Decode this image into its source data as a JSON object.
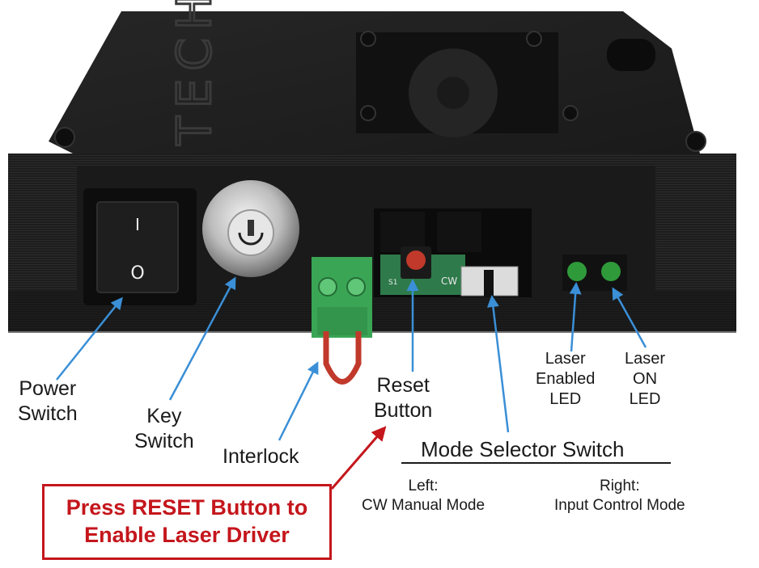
{
  "labels": {
    "power_switch": [
      "Power",
      "Switch"
    ],
    "key_switch": [
      "Key",
      "Switch"
    ],
    "interlock": "Interlock",
    "reset_button": [
      "Reset",
      "Button"
    ],
    "laser_enabled_led": [
      "Laser",
      "Enabled",
      "LED"
    ],
    "laser_on_led": [
      "Laser",
      "ON",
      "LED"
    ],
    "mode_selector_title": "Mode Selector Switch",
    "mode_left": [
      "Left:",
      "CW Manual Mode"
    ],
    "mode_right": [
      "Right:",
      "Input Control Mode"
    ],
    "callout": [
      "Press RESET Button to",
      "Enable Laser Driver"
    ]
  },
  "device": {
    "logo_text": "JTECH",
    "switch_on_mark": "I",
    "switch_off_mark": "O",
    "pcb_marks": [
      "S1",
      "CW"
    ]
  },
  "colors": {
    "case": "#1c1c1c",
    "callout_red": "#c4161c",
    "arrow_blue": "#3a8fd6",
    "terminal_green": "#3aa655",
    "led_green": "#2f9a3a",
    "reset_red": "#c0392b"
  }
}
